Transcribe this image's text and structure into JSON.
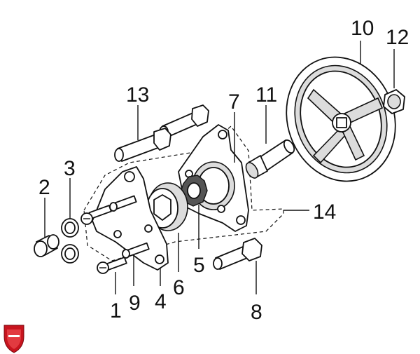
{
  "diagram": {
    "callouts": [
      {
        "id": "1",
        "label": "1"
      },
      {
        "id": "2",
        "label": "2"
      },
      {
        "id": "3",
        "label": "3"
      },
      {
        "id": "4",
        "label": "4"
      },
      {
        "id": "5",
        "label": "5"
      },
      {
        "id": "6",
        "label": "6"
      },
      {
        "id": "7",
        "label": "7"
      },
      {
        "id": "8",
        "label": "8"
      },
      {
        "id": "9",
        "label": "9"
      },
      {
        "id": "10",
        "label": "10"
      },
      {
        "id": "11",
        "label": "11"
      },
      {
        "id": "12",
        "label": "12"
      },
      {
        "id": "13",
        "label": "13"
      },
      {
        "id": "14",
        "label": "14"
      }
    ],
    "colors": {
      "line": "#111111",
      "shade": "#dcdcdc",
      "logo": "#c8141e"
    },
    "logo_icon": "shield-logo-icon"
  }
}
